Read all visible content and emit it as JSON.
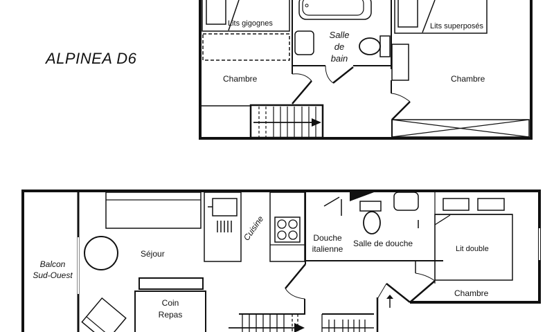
{
  "title": "ALPINEA D6",
  "upper_floor": {
    "rooms": {
      "bedroom_left": "Chambre",
      "bedroom_right": "Chambre",
      "bathroom_line1": "Salle",
      "bathroom_line2": "de",
      "bathroom_line3": "bain",
      "bunk_trundle": "Lits gigognes",
      "bunk_stacked": "Lits superposés"
    }
  },
  "lower_floor": {
    "rooms": {
      "balcony_line1": "Balcon",
      "balcony_line2": "Sud-Ouest",
      "living": "Séjour",
      "kitchen": "Cuisine",
      "dining_line1": "Coin",
      "dining_line2": "Repas",
      "shower_line1": "Douche",
      "shower_line2": "italienne",
      "shower_room": "Salle de douche",
      "double_bed": "Lit double",
      "bedroom": "Chambre"
    }
  },
  "colors": {
    "line": "#111111",
    "background": "#ffffff"
  }
}
